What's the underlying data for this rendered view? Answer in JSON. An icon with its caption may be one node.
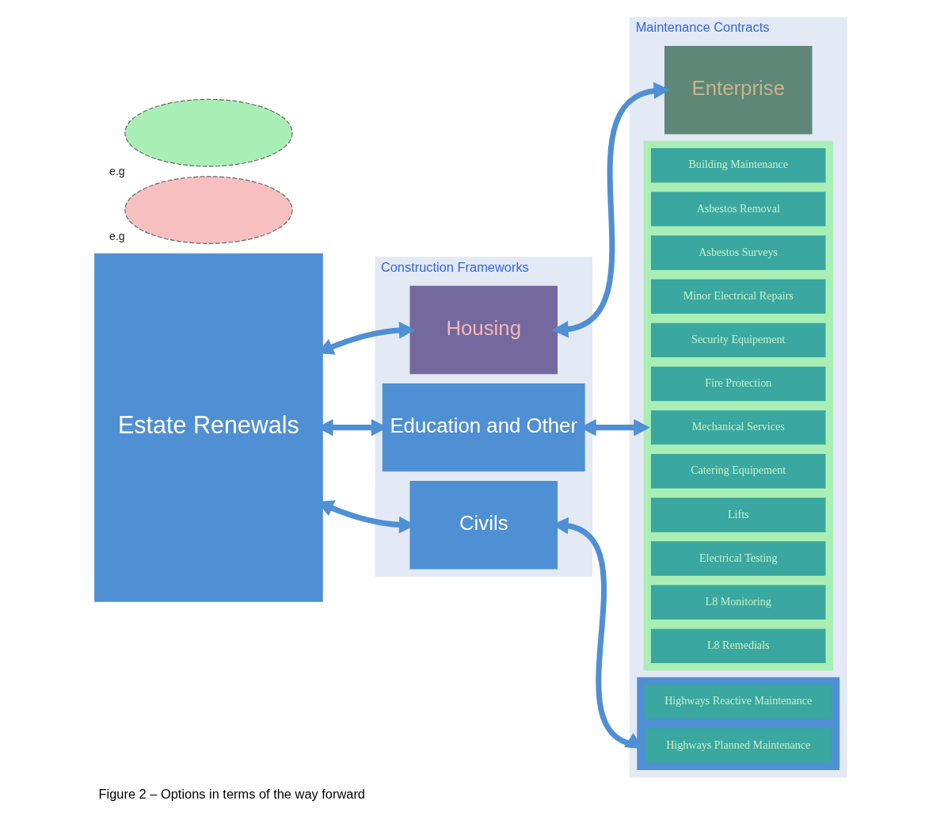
{
  "diagram": {
    "caption": "Figure 2 – Options in terms of the way forward",
    "nodes": [
      {
        "text": [
          "Estate Renewals"
        ]
      },
      {
        "text": [
          "Construction Frameworks"
        ]
      },
      {
        "text": [
          "Housing"
        ],
        "in": 1
      },
      {
        "text": [
          "Education and Other"
        ],
        "in": 1
      },
      {
        "text": [
          "Civils"
        ],
        "in": 1
      },
      {
        "text": [
          "Maintenance Contracts"
        ]
      },
      {
        "text": [
          "Enterprise"
        ],
        "in": 5
      },
      {
        "text": [],
        "shape": "box",
        "in": 5
      },
      {
        "text": [
          "Building Maintenance"
        ],
        "in": 7
      },
      {
        "text": [
          "Asbestos Removal"
        ],
        "in": 7
      },
      {
        "text": [
          "Asbestos Surveys"
        ],
        "in": 7
      },
      {
        "text": [
          "Minor Electrical Repairs"
        ],
        "in": 7
      },
      {
        "text": [
          "Security Equipement"
        ],
        "in": 7
      },
      {
        "text": [
          "Fire Protection"
        ],
        "in": 7
      },
      {
        "text": [
          "Mechanical Services"
        ],
        "in": 7
      },
      {
        "text": [
          "Catering Equipement"
        ],
        "in": 7
      },
      {
        "text": [
          "Lifts"
        ],
        "in": 7
      },
      {
        "text": [
          "Electrical Testing"
        ],
        "in": 7
      },
      {
        "text": [
          "L8 Monitoring"
        ],
        "in": 7
      },
      {
        "text": [
          "L8 Remedials"
        ],
        "in": 7
      },
      {
        "text": [],
        "shape": "box",
        "in": 5
      },
      {
        "text": [
          "Highways Reactive Maintenance"
        ],
        "in": 20
      },
      {
        "text": [
          "Highways Planned Maintenance"
        ],
        "in": 20
      },
      {
        "text": [],
        "shape": "ellipse",
        "beside": [
          "e.g"
        ]
      },
      {
        "text": [],
        "shape": "ellipse",
        "beside": [
          "e.g"
        ]
      }
    ],
    "edges": [
      {
        "from": 0,
        "to": 2,
        "arrow": "both"
      },
      {
        "from": 0,
        "to": 3,
        "arrow": "both"
      },
      {
        "from": 0,
        "to": 4,
        "arrow": "both"
      },
      {
        "from": 2,
        "to": 6,
        "arrow": "both"
      },
      {
        "from": 3,
        "to": 7,
        "arrow": "both"
      },
      {
        "from": 4,
        "to": 20,
        "arrow": "both"
      }
    ]
  }
}
